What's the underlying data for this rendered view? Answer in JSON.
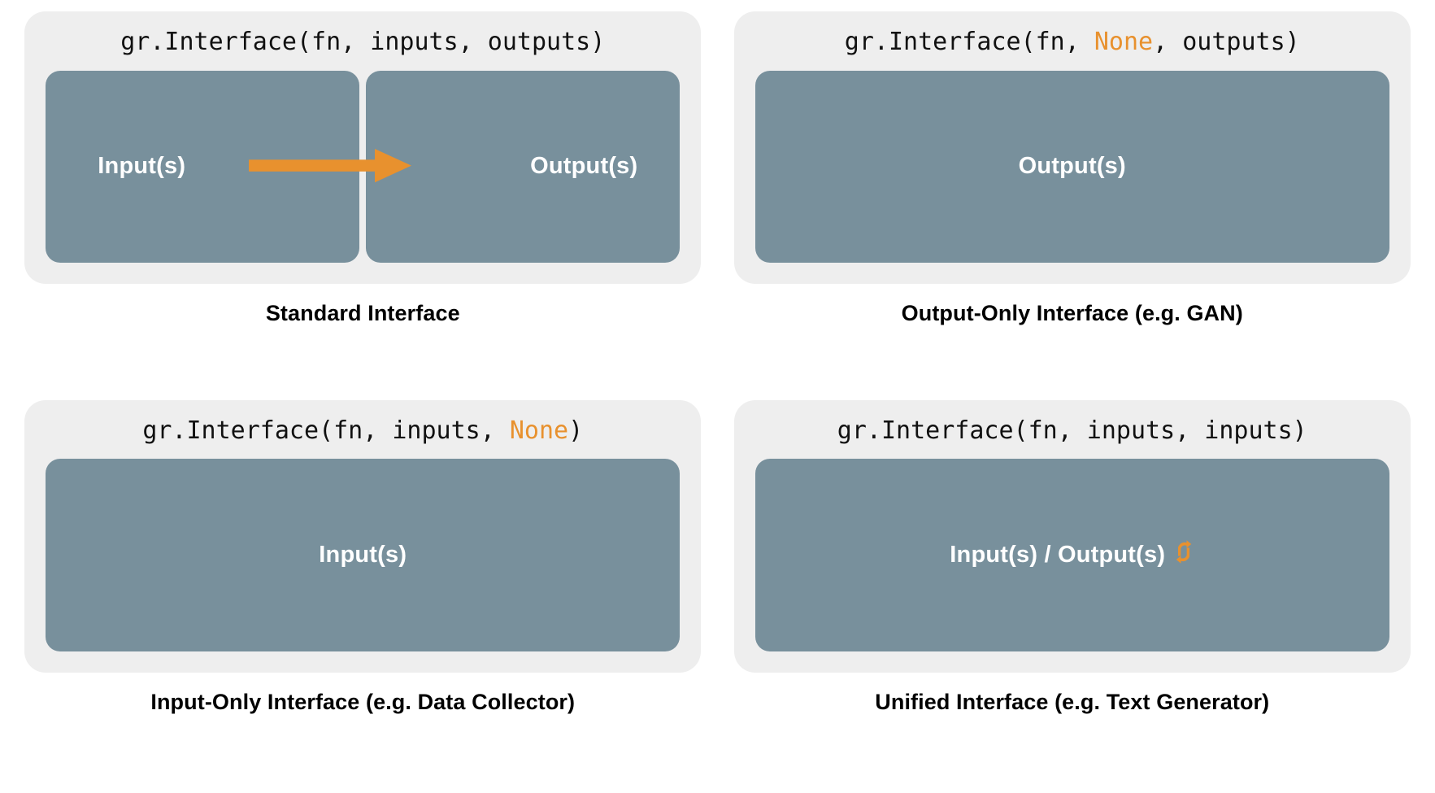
{
  "colors": {
    "page_background": "#ffffff",
    "card_background": "#eeeeee",
    "box_fill": "#78909c",
    "accent_orange": "#e8912e",
    "code_text": "#111111",
    "box_label_text": "#ffffff",
    "caption_text": "#000000"
  },
  "panels": [
    {
      "id": "standard",
      "code": {
        "prefix": "gr.Interface(fn, inputs, outputs)",
        "segments": [
          {
            "text": "gr.Interface(fn, inputs, outputs)",
            "highlight": false
          }
        ]
      },
      "boxes": [
        {
          "label": "Input(s)",
          "name": "input-box"
        },
        {
          "label": "Output(s)",
          "name": "output-box"
        }
      ],
      "arrow": {
        "present": true,
        "direction": "left-to-right",
        "color": "#e8912e"
      },
      "caption": "Standard Interface"
    },
    {
      "id": "output-only",
      "code": {
        "segments": [
          {
            "text": "gr.Interface(fn, ",
            "highlight": false
          },
          {
            "text": "None",
            "highlight": true
          },
          {
            "text": ", outputs)",
            "highlight": false
          }
        ]
      },
      "boxes": [
        {
          "label": "Output(s)",
          "name": "output-box"
        }
      ],
      "arrow": {
        "present": false
      },
      "caption": "Output-Only Interface (e.g. GAN)"
    },
    {
      "id": "input-only",
      "code": {
        "segments": [
          {
            "text": "gr.Interface(fn, inputs, ",
            "highlight": false
          },
          {
            "text": "None",
            "highlight": true
          },
          {
            "text": ")",
            "highlight": false
          }
        ]
      },
      "boxes": [
        {
          "label": "Input(s)",
          "name": "input-box"
        }
      ],
      "arrow": {
        "present": false
      },
      "caption": "Input-Only Interface (e.g. Data Collector)"
    },
    {
      "id": "unified",
      "code": {
        "segments": [
          {
            "text": "gr.Interface(fn, inputs, inputs)",
            "highlight": false
          }
        ]
      },
      "boxes": [
        {
          "label": "Input(s) / Output(s)",
          "name": "unified-io-box",
          "icon": "cycle-arrows-icon"
        }
      ],
      "arrow": {
        "present": false
      },
      "caption": "Unified Interface (e.g. Text Generator)"
    }
  ],
  "code_lines": {
    "standard": "gr.Interface(fn, inputs, outputs)",
    "output_only_a": "gr.Interface(fn, ",
    "output_only_none": "None",
    "output_only_b": ", outputs)",
    "input_only_a": "gr.Interface(fn, inputs, ",
    "input_only_none": "None",
    "input_only_b": ")",
    "unified": "gr.Interface(fn, inputs, inputs)"
  },
  "labels": {
    "inputs": "Input(s)",
    "outputs": "Output(s)",
    "unified_io": "Input(s) / Output(s)"
  },
  "captions": {
    "standard": "Standard Interface",
    "output_only": "Output-Only Interface (e.g. GAN)",
    "input_only": "Input-Only Interface (e.g. Data Collector)",
    "unified": "Unified Interface (e.g. Text Generator)"
  }
}
